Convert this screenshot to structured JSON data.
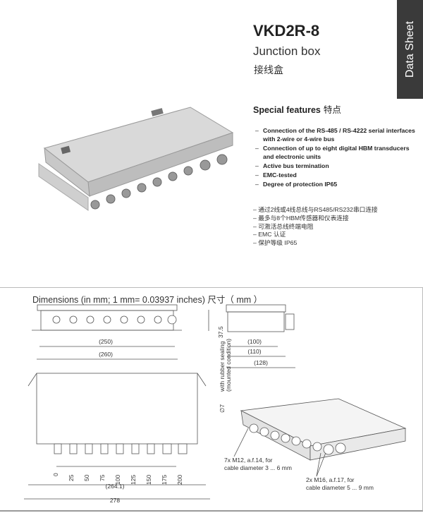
{
  "tab": {
    "label": "Data Sheet"
  },
  "header": {
    "title": "VKD2R-8",
    "subtitle": "Junction box",
    "subtitle_cn": "接线盒"
  },
  "features": {
    "heading": "Special features",
    "heading_cn": "特点",
    "items": [
      "Connection of the RS-485 / RS-4222 serial interfaces with 2-wire or 4-wire bus",
      "Connection of up to eight digital HBM transducers and electronic units",
      "Active bus termination",
      "EMC-tested",
      "Degree of protection IP65"
    ],
    "items_cn": [
      "– 通过2线或4线总线与RS485/RS232串口连接",
      "– 最多与8个HBM传感器和仪表连接",
      "– 可激活总线终端电阻",
      "– EMC 认证",
      "– 保护等级 IP65"
    ]
  },
  "dimensions": {
    "title": "Dimensions (in mm; 1 mm= 0.03937 inches)  尺寸（ mm ）",
    "d250": "(250)",
    "d260": "(260)",
    "d100": "(100)",
    "d110": "(110)",
    "d128": "(128)",
    "height": "37.5",
    "sealing_note_1": "with rubber sealing",
    "sealing_note_2": "(mounted condition)",
    "hole": "∅7",
    "positions": [
      "0",
      "25",
      "50",
      "75",
      "100",
      "125",
      "150",
      "175",
      "200"
    ],
    "d264": "(264.1)",
    "d278": "278",
    "note_m12_1": "7x M12, a.f.14, for",
    "note_m12_2": "cable diameter 3 ... 6 mm",
    "note_m16_1": "2x M16, a.f.17, for",
    "note_m16_2": "cable diameter 5 ... 9 mm"
  }
}
